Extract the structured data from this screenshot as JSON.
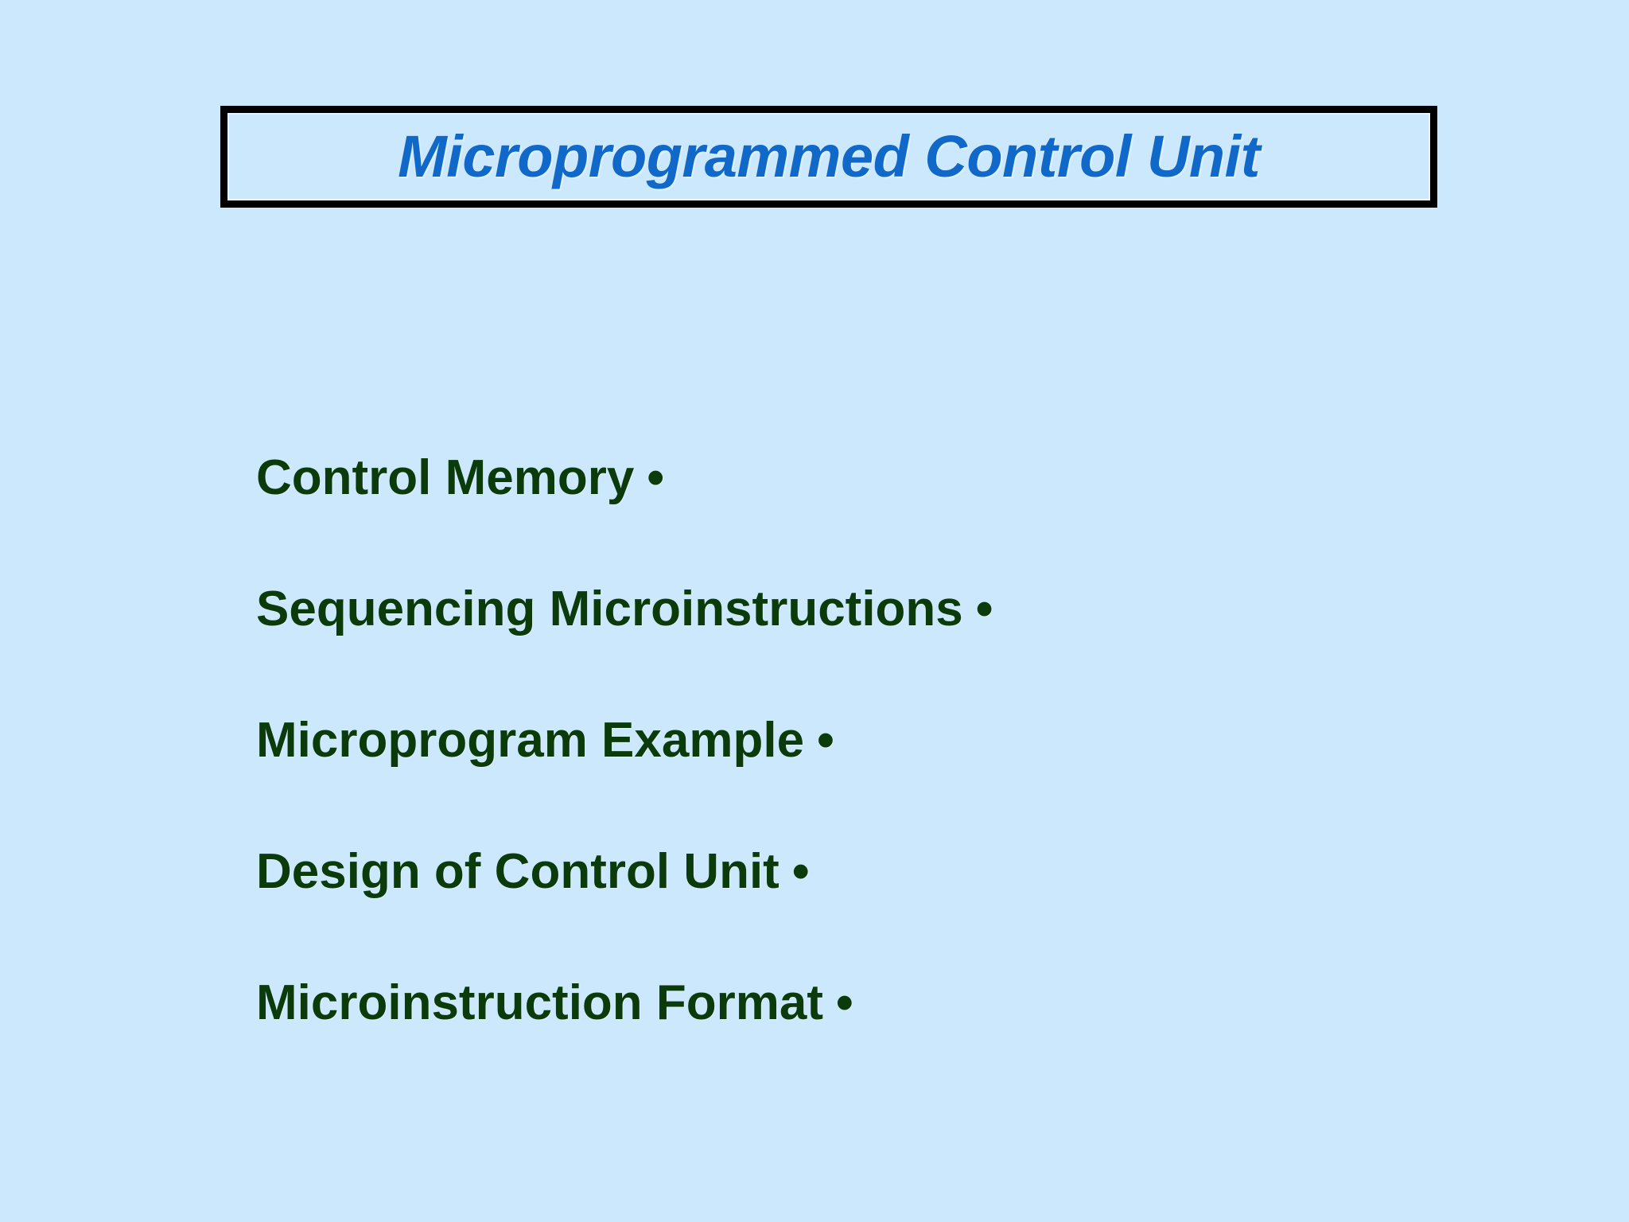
{
  "slide": {
    "background_color": "#cce8fd",
    "title": {
      "text": "Microprogrammed Control Unit",
      "color": "#1069c8",
      "border_color": "#000000"
    },
    "bullet_marker": "•",
    "bullet_color": "#0b3b0b",
    "items": [
      {
        "label": "Control Memory"
      },
      {
        "label": "Sequencing Microinstructions"
      },
      {
        "label": "Microprogram Example"
      },
      {
        "label": "Design of Control Unit"
      },
      {
        "label": "Microinstruction Format"
      }
    ]
  }
}
